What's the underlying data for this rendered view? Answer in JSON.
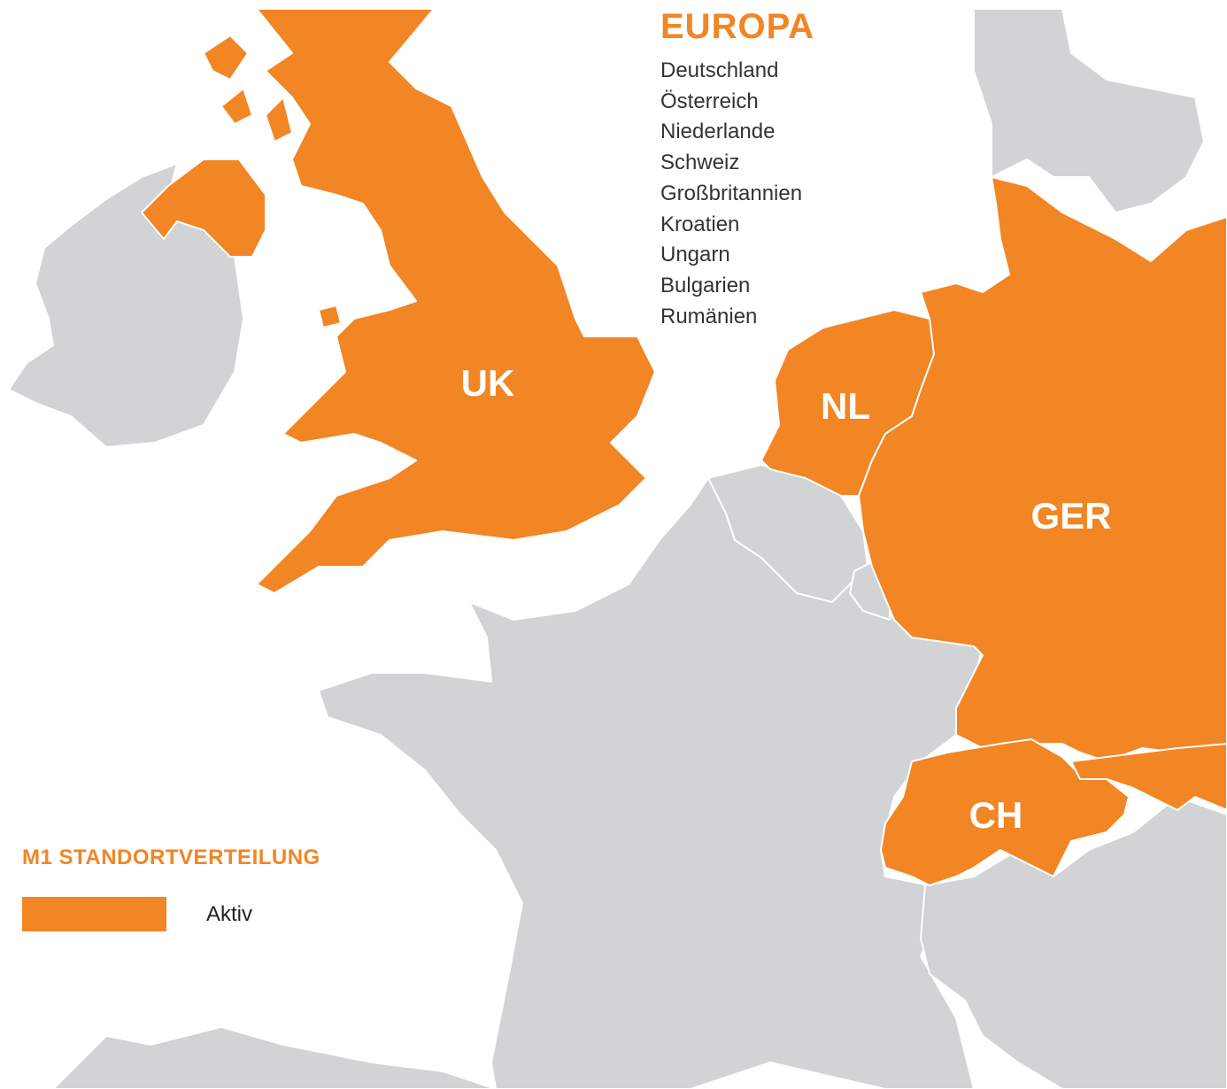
{
  "panel": {
    "title": "EUROPA",
    "countries": [
      "Deutschland",
      "Österreich",
      "Niederlande",
      "Schweiz",
      "Großbritannien",
      "Kroatien",
      "Ungarn",
      "Bulgarien",
      "Rumänien"
    ]
  },
  "map": {
    "labels": {
      "uk": "UK",
      "nl": "NL",
      "ger": "GER",
      "ch": "CH"
    },
    "regions": [
      {
        "id": "great-britain",
        "status": "active"
      },
      {
        "id": "northern-ireland",
        "status": "active"
      },
      {
        "id": "netherlands",
        "status": "active"
      },
      {
        "id": "germany",
        "status": "active"
      },
      {
        "id": "switzerland",
        "status": "active"
      },
      {
        "id": "austria",
        "status": "active"
      },
      {
        "id": "ireland",
        "status": "inactive"
      },
      {
        "id": "france",
        "status": "inactive"
      },
      {
        "id": "belgium",
        "status": "inactive"
      },
      {
        "id": "luxembourg",
        "status": "inactive"
      },
      {
        "id": "denmark",
        "status": "inactive"
      },
      {
        "id": "italy",
        "status": "inactive"
      },
      {
        "id": "czechia",
        "status": "inactive"
      }
    ],
    "colors": {
      "active": "#f28524",
      "inactive": "#d1d3d4",
      "border": "#ffffff",
      "background": "#ffffff"
    }
  },
  "legend": {
    "title": "M1 STANDORTVERTEILUNG",
    "items": [
      {
        "label": "Aktiv",
        "color": "#f28524"
      }
    ]
  }
}
